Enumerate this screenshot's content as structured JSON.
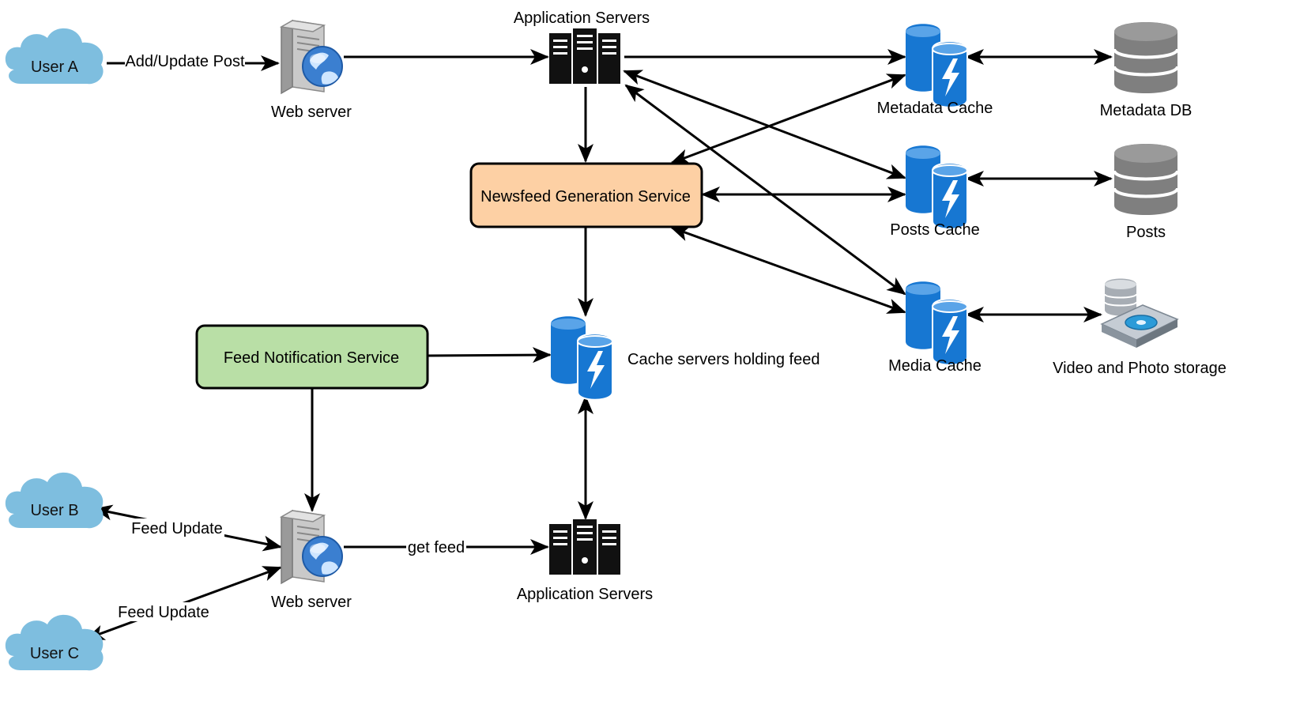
{
  "users": {
    "a": "User A",
    "b": "User B",
    "c": "User C"
  },
  "servers": {
    "web_top": "Web server",
    "web_bottom": "Web server",
    "app_top": "Application Servers",
    "app_bottom": "Application Servers"
  },
  "services": {
    "newsfeed": "Newsfeed Generation Service",
    "notification": "Feed Notification Service"
  },
  "caches": {
    "metadata": "Metadata Cache",
    "posts": "Posts Cache",
    "media": "Media Cache",
    "feed": "Cache servers holding feed"
  },
  "stores": {
    "metadata_db": "Metadata DB",
    "posts": "Posts",
    "media": "Video and Photo storage"
  },
  "edges": {
    "add_update_post": "Add/Update Post",
    "feed_update_b": "Feed Update",
    "feed_update_c": "Feed Update",
    "get_feed": "get feed"
  },
  "colors": {
    "cloud": "#7ebedf",
    "cache_blue": "#1777d2",
    "newsfeed_fill": "#fdd0a4",
    "notification_fill": "#b9dfa6",
    "db_gray": "#7f7f7f"
  },
  "icons": {
    "user": "cloud-icon",
    "web_server": "web-server-globe-icon",
    "app_server": "server-rack-icon",
    "cache": "cache-cylinder-icon",
    "database": "database-icon",
    "media_storage": "storage-drive-icon"
  }
}
